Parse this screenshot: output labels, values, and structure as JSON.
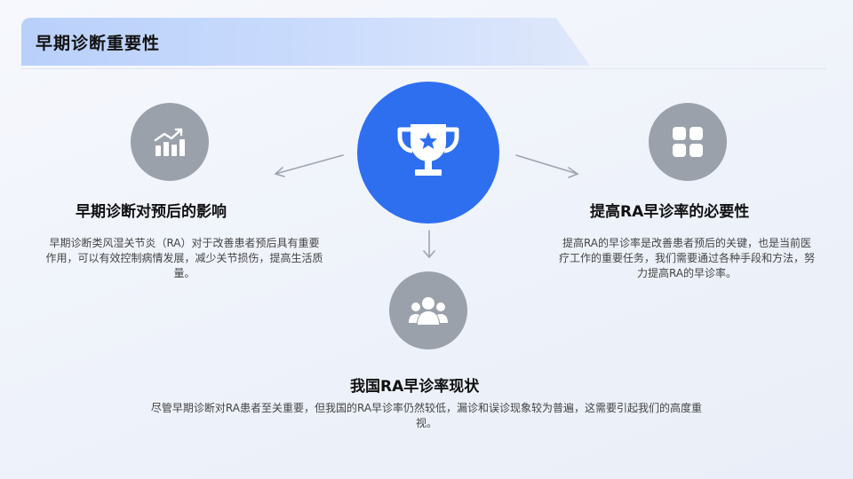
{
  "header": {
    "title": "早期诊断重要性"
  },
  "icons": {
    "center": "trophy-star-icon",
    "left": "chart-growth-icon",
    "right": "grid-apps-icon",
    "bottom": "user-group-icon"
  },
  "colors": {
    "accent": "#2e6ff0",
    "neutral_circle": "#9aa1ab",
    "banner": "#cbdcfc"
  },
  "sections": {
    "left": {
      "heading": "早期诊断对预后的影响",
      "body": "早期诊断类风湿关节炎（RA）对于改善患者预后具有重要作用，可以有效控制病情发展，减少关节损伤，提高生活质量。"
    },
    "right": {
      "heading": "提高RA早诊率的必要性",
      "body": "提高RA的早诊率是改善患者预后的关键，也是当前医疗工作的重要任务，我们需要通过各种手段和方法，努力提高RA的早诊率。"
    },
    "bottom": {
      "heading": "我国RA早诊率现状",
      "body": "尽管早期诊断对RA患者至关重要，但我国的RA早诊率仍然较低，漏诊和误诊现象较为普遍，这需要引起我们的高度重视。"
    }
  }
}
